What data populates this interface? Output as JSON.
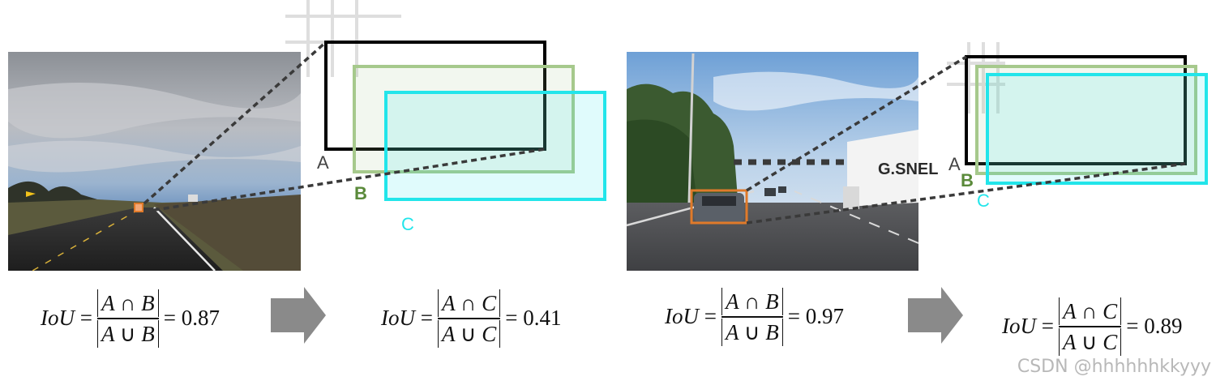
{
  "labels": {
    "a": "A",
    "b": "B",
    "c": "C"
  },
  "colors": {
    "a": "#000000",
    "b": "#a6c98c",
    "b_text": "#5a8a3a",
    "c": "#22e5ea",
    "car_box": "#e07a2a",
    "arrow": "#8a8a8a"
  },
  "example1": {
    "formula1": {
      "lhs": "IoU",
      "num_a": "A",
      "num_op": "∩",
      "num_b": "B",
      "den_a": "A",
      "den_op": "∪",
      "den_b": "B",
      "value": "0.87"
    },
    "formula2": {
      "lhs": "IoU",
      "num_a": "A",
      "num_op": "∩",
      "num_b": "C",
      "den_a": "A",
      "den_op": "∪",
      "den_b": "C",
      "value": "0.41"
    }
  },
  "example2": {
    "truck_text": "G.SNEL",
    "formula1": {
      "lhs": "IoU",
      "num_a": "A",
      "num_op": "∩",
      "num_b": "B",
      "den_a": "A",
      "den_op": "∪",
      "den_b": "B",
      "value": "0.97"
    },
    "formula2": {
      "lhs": "IoU",
      "num_a": "A",
      "num_op": "∩",
      "num_b": "C",
      "den_a": "A",
      "den_op": "∪",
      "den_b": "C",
      "value": "0.89"
    }
  },
  "watermark": "CSDN @hhhhhhkkyyy"
}
